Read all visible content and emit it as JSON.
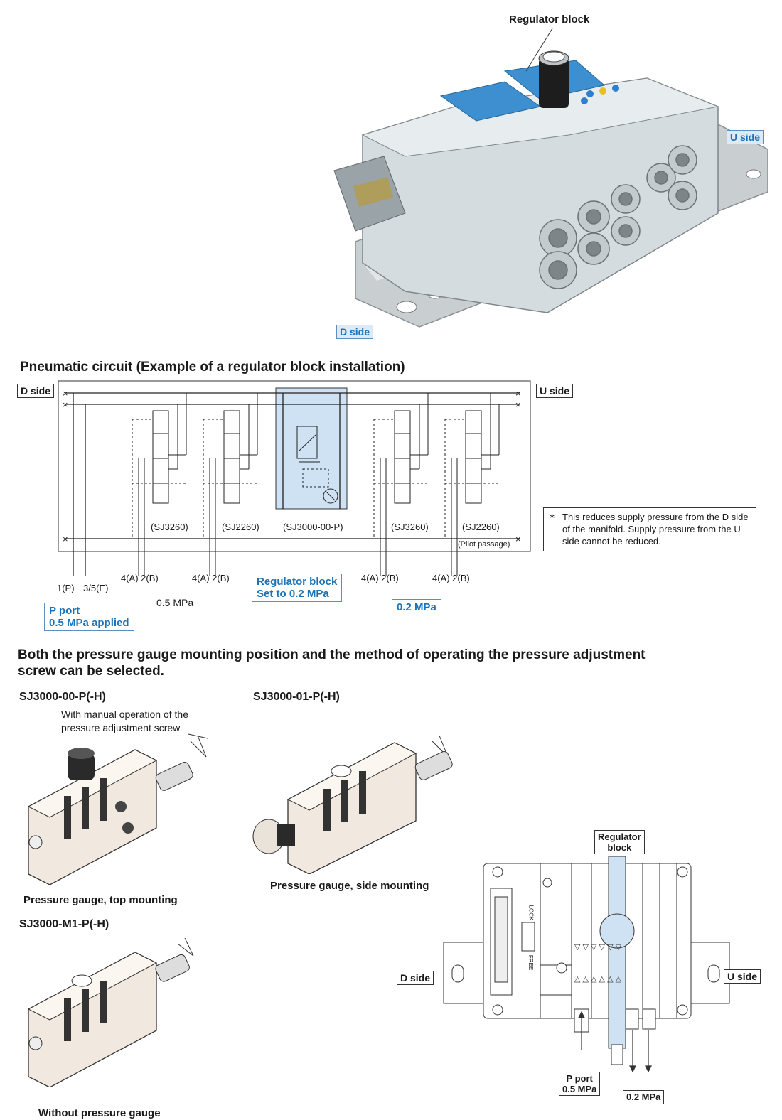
{
  "top_photo": {
    "regulator_block_label": "Regulator block",
    "u_side_label": "U side",
    "d_side_label": "D side"
  },
  "circuit": {
    "title": "Pneumatic circuit (Example of a regulator block installation)",
    "d_side_label": "D side",
    "u_side_label": "U side",
    "valve_labels": [
      "(SJ3260)",
      "(SJ2260)",
      "(SJ3000-00-P)",
      "(SJ3260)",
      "(SJ2260)"
    ],
    "pilot_passage": "(Pilot passage)",
    "port_1p": "1(P)",
    "port_35e": "3/5(E)",
    "port_ab": [
      "4(A) 2(B)",
      "4(A) 2(B)",
      "4(A) 2(B)",
      "4(A) 2(B)"
    ],
    "pressure_left": "0.5 MPa",
    "p_port_line1": "P port",
    "p_port_line2": "0.5 MPa applied",
    "regulator_line1": "Regulator block",
    "regulator_line2": "Set to 0.2 MPa",
    "pressure_right": "0.2 MPa",
    "note_mark": "∗",
    "note_text": "This reduces supply pressure from the D side of the manifold. Supply pressure from the U side cannot be reduced."
  },
  "options": {
    "heading_line1": "Both the pressure gauge mounting position and the method of operating the pressure adjustment",
    "heading_line2": "screw can be selected.",
    "model_top": "SJ3000-00-P(-H)",
    "model_side": "SJ3000-01-P(-H)",
    "model_none": "SJ3000-M1-P(-H)",
    "manual_note_line1": "With manual operation of the",
    "manual_note_line2": "pressure adjustment screw",
    "caption_top": "Pressure gauge, top mounting",
    "caption_side": "Pressure gauge, side mounting",
    "caption_none": "Without pressure gauge"
  },
  "drawing": {
    "regulator_line1": "Regulator",
    "regulator_line2": "block",
    "d_side_label": "D side",
    "u_side_label": "U side",
    "p_port_line1": "P port",
    "p_port_line2": "0.5 MPa",
    "pressure_out": "0.2 MPa",
    "lock_label": "LOCK",
    "free_label": "FREE"
  },
  "colors": {
    "accent_blue": "#1a73b8",
    "highlight_fill": "#cfe2f3",
    "manifold_grey": "#cfd6da",
    "module_blue": "#3d8fcf"
  }
}
